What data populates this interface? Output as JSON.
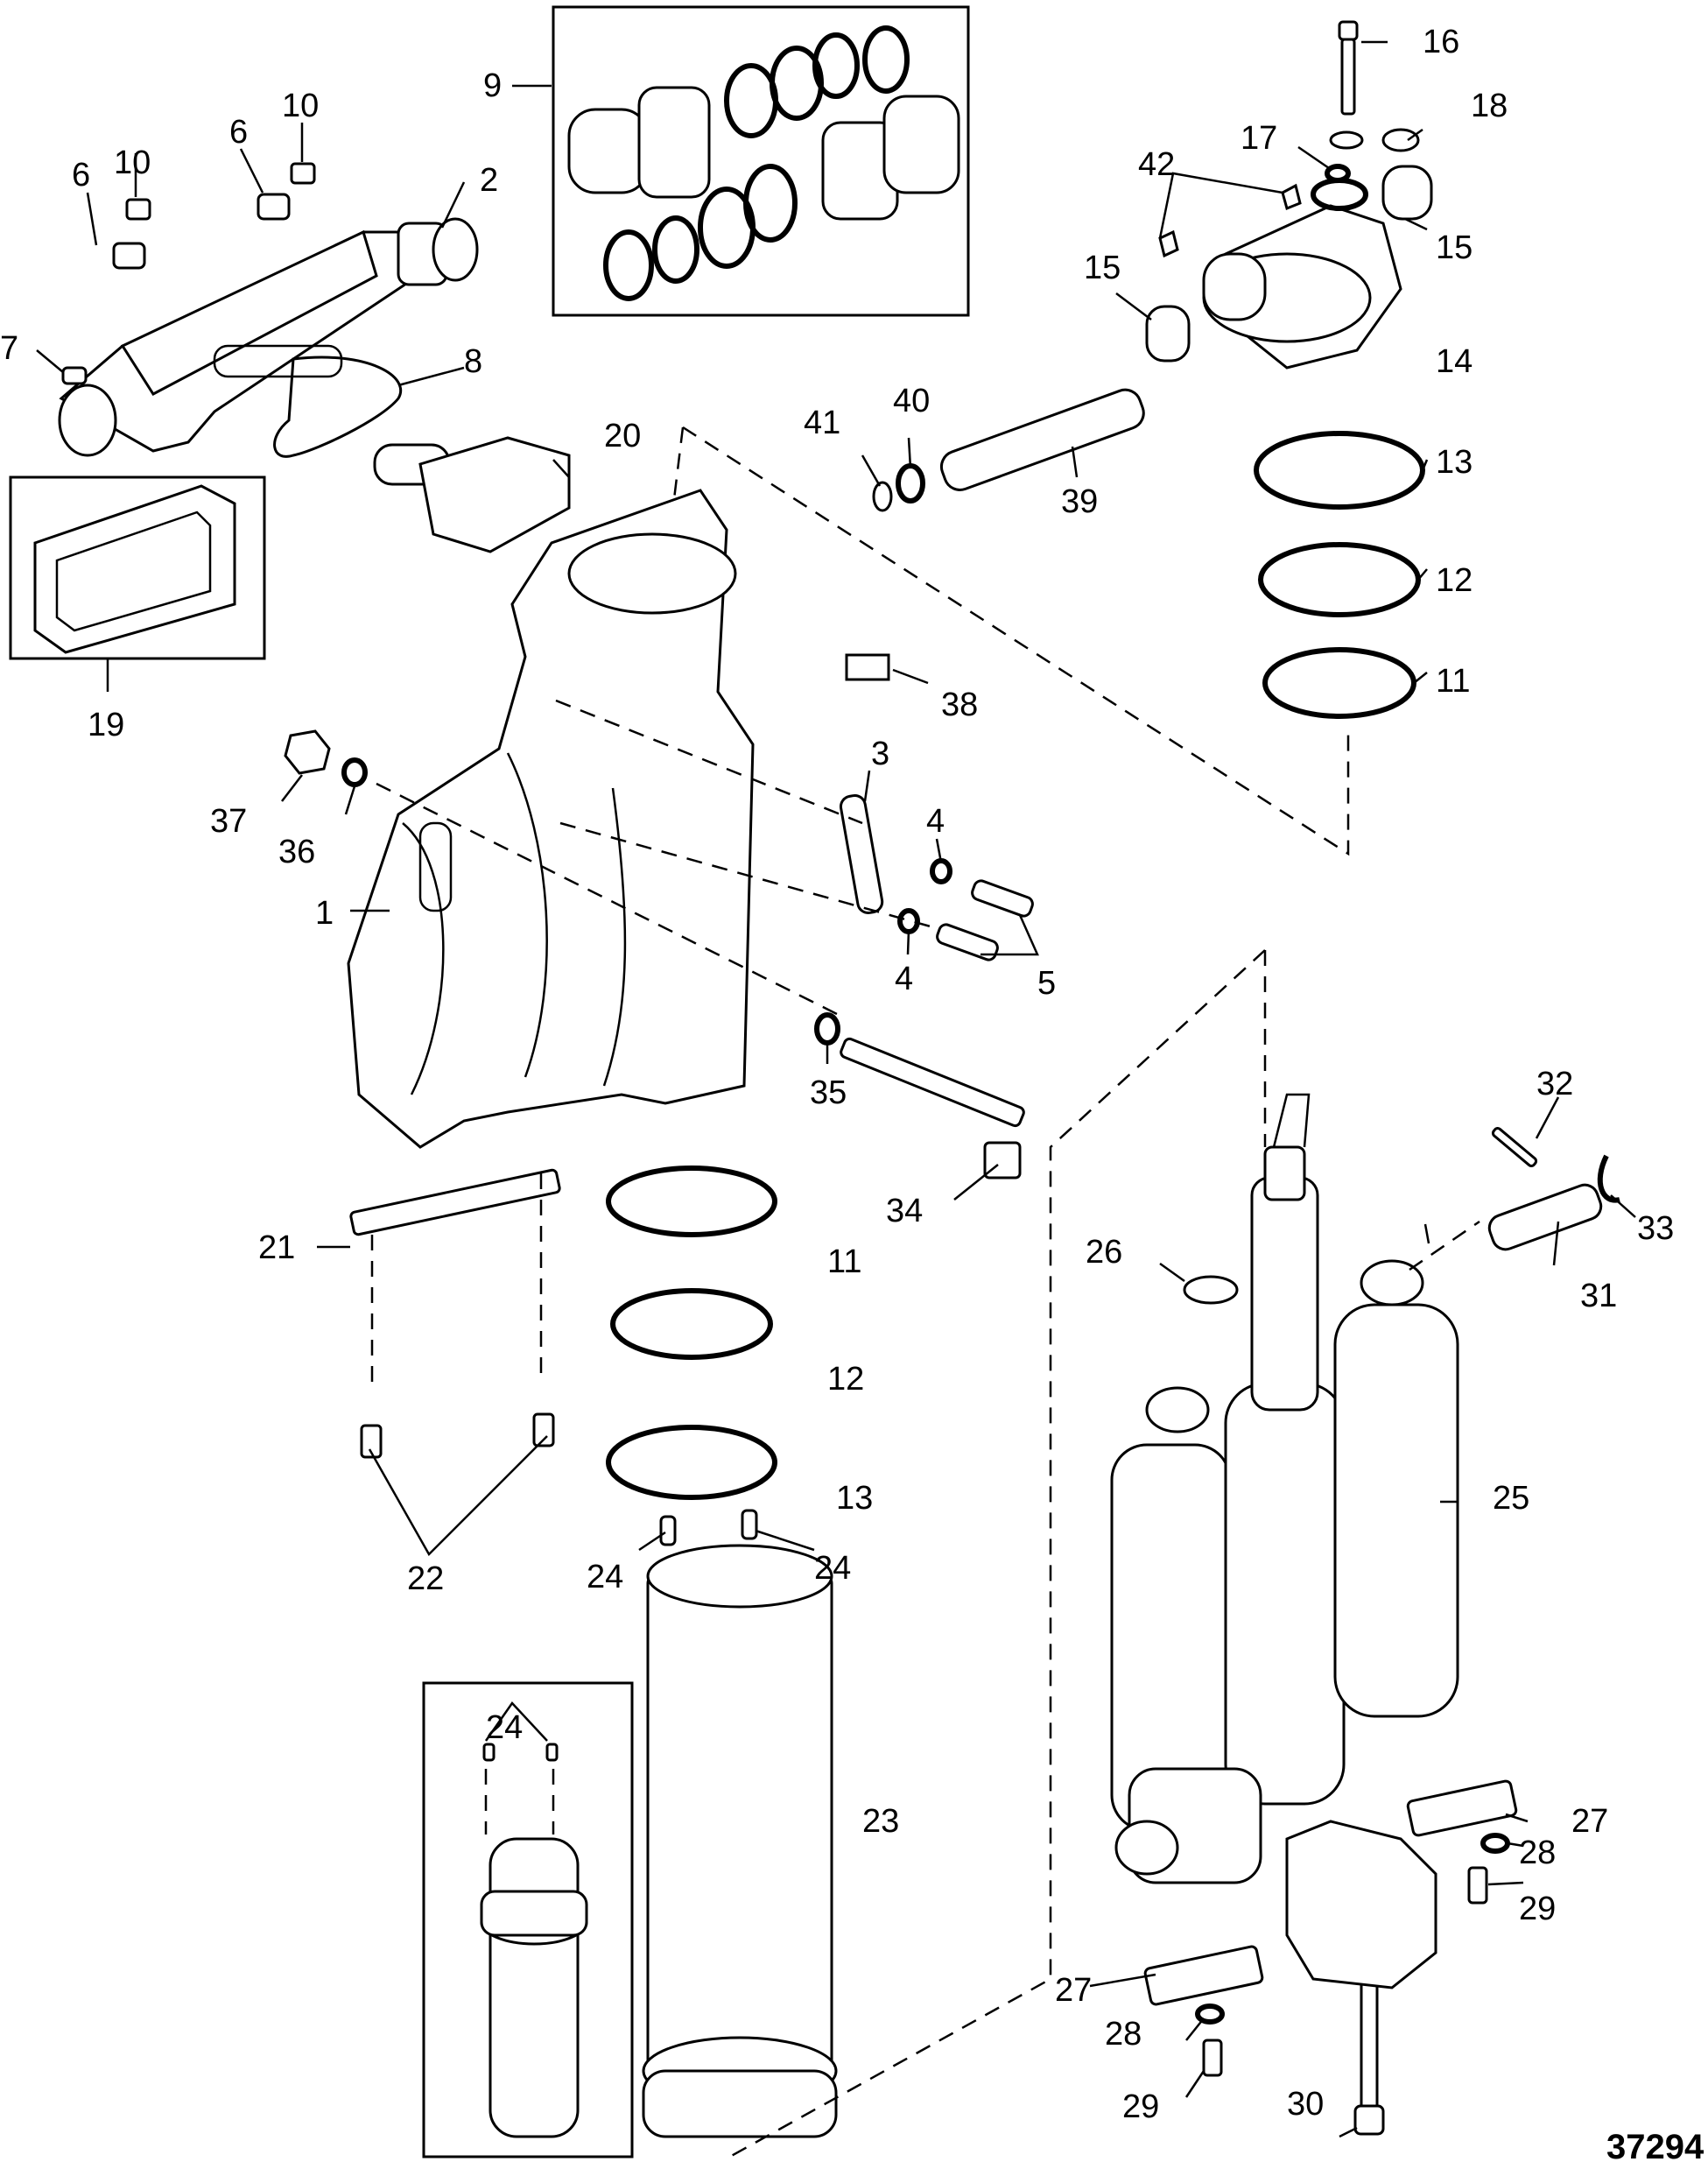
{
  "figure_number": "37294",
  "callouts": {
    "c1": "1",
    "c2": "2",
    "c3": "3",
    "c4a": "4",
    "c4b": "4",
    "c5": "5",
    "c6a": "6",
    "c6b": "6",
    "c7": "7",
    "c8": "8",
    "c9": "9",
    "c10a": "10",
    "c10b": "10",
    "c11a": "11",
    "c11b": "11",
    "c12a": "12",
    "c12b": "12",
    "c13a": "13",
    "c13b": "13",
    "c14": "14",
    "c15a": "15",
    "c15b": "15",
    "c16": "16",
    "c17": "17",
    "c18": "18",
    "c19": "19",
    "c20": "20",
    "c21": "21",
    "c22": "22",
    "c23": "23",
    "c24a": "24",
    "c24b": "24",
    "c24c": "24",
    "c25": "25",
    "c26": "26",
    "c27a": "27",
    "c27b": "27",
    "c28a": "28",
    "c28b": "28",
    "c29a": "29",
    "c29b": "29",
    "c30": "30",
    "c31": "31",
    "c32": "32",
    "c33": "33",
    "c34": "34",
    "c35": "35",
    "c36": "36",
    "c37": "37",
    "c38": "38",
    "c39": "39",
    "c40": "40",
    "c41": "41",
    "c42": "42"
  }
}
